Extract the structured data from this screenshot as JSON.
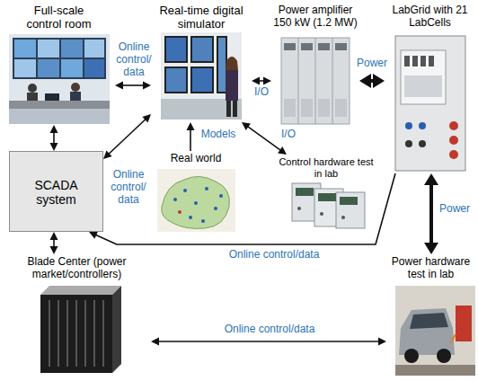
{
  "diagram": {
    "nodes": [
      {
        "text": [
          "Full-scale control room"
        ]
      },
      {
        "text": [
          "Real-time digital simulator"
        ]
      },
      {
        "text": [
          "Power amplifier 150 kW (1.2 MW)"
        ]
      },
      {
        "text": [
          "LabGrid with 21 LabCells"
        ]
      },
      {
        "text": [
          "SCADA system"
        ]
      },
      {
        "text": [
          "Real world"
        ]
      },
      {
        "text": [
          "Control hardware test in lab"
        ]
      },
      {
        "text": [
          "Blade Center (power market/controllers)"
        ]
      },
      {
        "text": [
          "Power hardware test in lab"
        ]
      }
    ],
    "edges": [
      {
        "from": 0,
        "to": 1,
        "arrow": "both",
        "label": "Online control/ data"
      },
      {
        "from": 1,
        "to": 2,
        "arrow": "both",
        "label": "I/O"
      },
      {
        "from": 2,
        "to": 3,
        "arrow": "both",
        "label": "Power"
      },
      {
        "from": 0,
        "to": 4,
        "arrow": "both"
      },
      {
        "from": 4,
        "to": 1,
        "arrow": "both",
        "label": "Online control/ data"
      },
      {
        "from": 5,
        "to": 1,
        "arrow": "to",
        "label": "Models"
      },
      {
        "from": 1,
        "to": 6,
        "arrow": "both",
        "label": "I/O"
      },
      {
        "from": 4,
        "to": 7,
        "arrow": "both"
      },
      {
        "from": 3,
        "to": 8,
        "arrow": "both",
        "label": "Power"
      },
      {
        "from": 3,
        "to": 4,
        "arrow": "to",
        "label": "Online control/data"
      },
      {
        "from": 7,
        "to": 8,
        "arrow": "both",
        "label": "Online control/data"
      }
    ]
  }
}
